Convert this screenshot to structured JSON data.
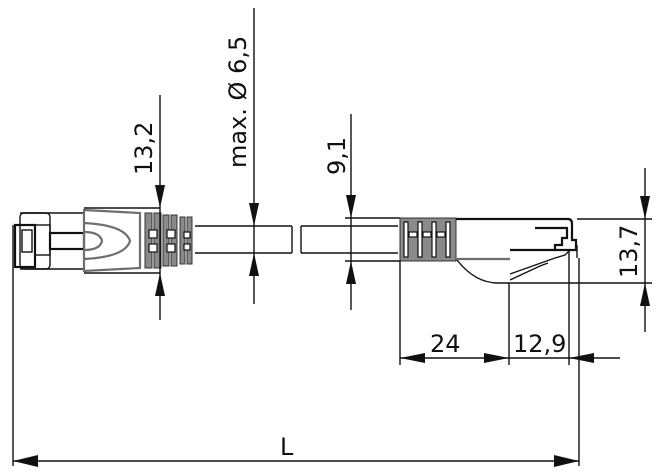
{
  "drawing": {
    "subject": "RJ45 patch cable with boots",
    "dimensions": {
      "boot_height_left": "13,2",
      "cable_diameter": "max. Ø 6,5",
      "boot_height_right": "9,1",
      "plug_height": "13,7",
      "boot_length": "24",
      "plug_length": "12,9",
      "total_length": "L"
    },
    "colors": {
      "line": "#111111",
      "boot_gray": "#8a8a8a",
      "outline_gray": "#6e6e6e",
      "background": "#ffffff"
    }
  }
}
